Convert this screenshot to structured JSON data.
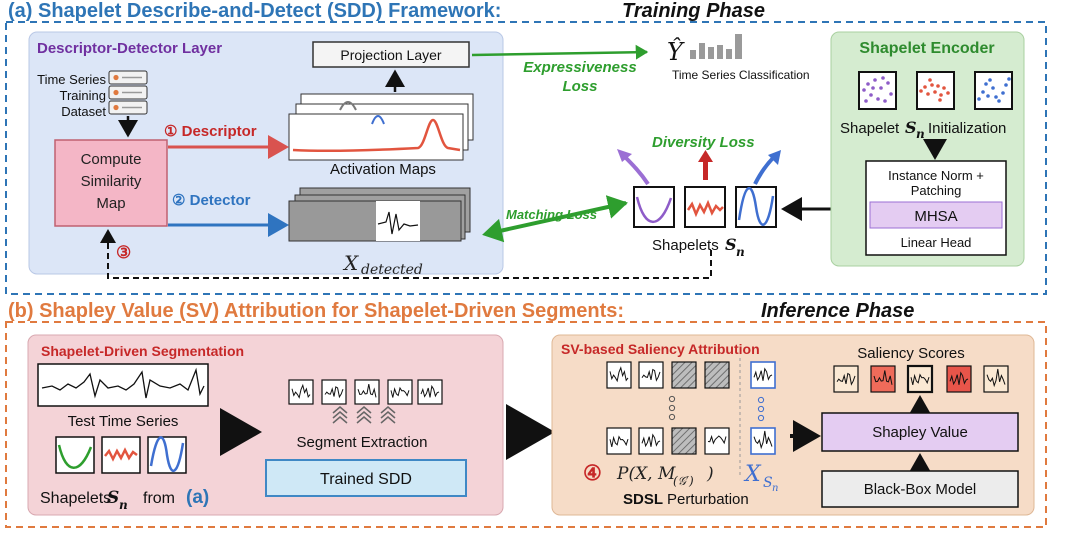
{
  "colors": {
    "blue_title": "#2e75b6",
    "orange_title": "#e07a3f",
    "red": "#c62828",
    "green": "#2e9e2e",
    "purple_title": "#7030a0",
    "descriptor_panel": "#dce6f7",
    "encoder_panel": "#d5ecd0",
    "segmentation_panel": "#f4d3d7",
    "saliency_panel": "#f6dcc7",
    "similarity_box": "#f4b6c6",
    "mhsa": "#e4ccf2",
    "sdd_box": "#cfe8f6",
    "shapley_box": "#e4ccf2"
  },
  "top": {
    "title": "(a) Shapelet Describe-and-Detect (SDD) Framework:",
    "phase": "Training Phase",
    "descriptor_detector_label": "Descriptor-Detector Layer",
    "dataset_label": [
      "Time Series",
      "Training",
      "Dataset"
    ],
    "similarity_map": [
      "Compute",
      "Similarity",
      "Map"
    ],
    "projection_layer": "Projection Layer",
    "descriptor": "① Descriptor",
    "detector": "② Detector",
    "step3": "③",
    "activation_maps": "Activation Maps",
    "x_detected": "X",
    "x_detected_sub": "detected",
    "expressiveness_loss": [
      "Expressiveness",
      "Loss"
    ],
    "y_hat": "Ŷ",
    "classification": "Time Series Classification",
    "diversity_loss": "Diversity Loss",
    "matching_loss": "Matching Loss",
    "shapelets_label": "Shapelets",
    "shapelets_symbol": "S",
    "shapelets_sub": "n",
    "encoder_title": "Shapelet Encoder",
    "init_label": "Shapelet",
    "init_symbol": "S",
    "init_sub": "n",
    "init_suffix": "Initialization",
    "instance_norm": [
      "Instance Norm +",
      "Patching"
    ],
    "mhsa": "MHSA",
    "linear_head": "Linear Head"
  },
  "bottom": {
    "title": "(b) Shapley Value (SV) Attribution for Shapelet-Driven Segments:",
    "phase": "Inference Phase",
    "segmentation_title": "Shapelet-Driven Segmentation",
    "test_series": "Test Time Series",
    "shapelets_from_prefix": "Shapelets",
    "shapelets_from_symbol": "S",
    "shapelets_from_sub": "n",
    "shapelets_from_word": "from",
    "shapelets_from_ref": "(a)",
    "segment_extraction": "Segment Extraction",
    "trained_sdd": "Trained SDD",
    "saliency_title": "SV-based Saliency Attribution",
    "step4": "④",
    "perturb_formula": "P(X, M",
    "perturb_sub": "(𝒢′)",
    "perturb_close": ")",
    "xs": "X",
    "xs_sub": "S",
    "xs_subsub": "n",
    "sdsl_bold": "SDSL",
    "sdsl_rest": "Perturbation",
    "saliency_scores": "Saliency Scores",
    "shapley_value": "Shapley Value",
    "black_box": "Black-Box Model"
  }
}
